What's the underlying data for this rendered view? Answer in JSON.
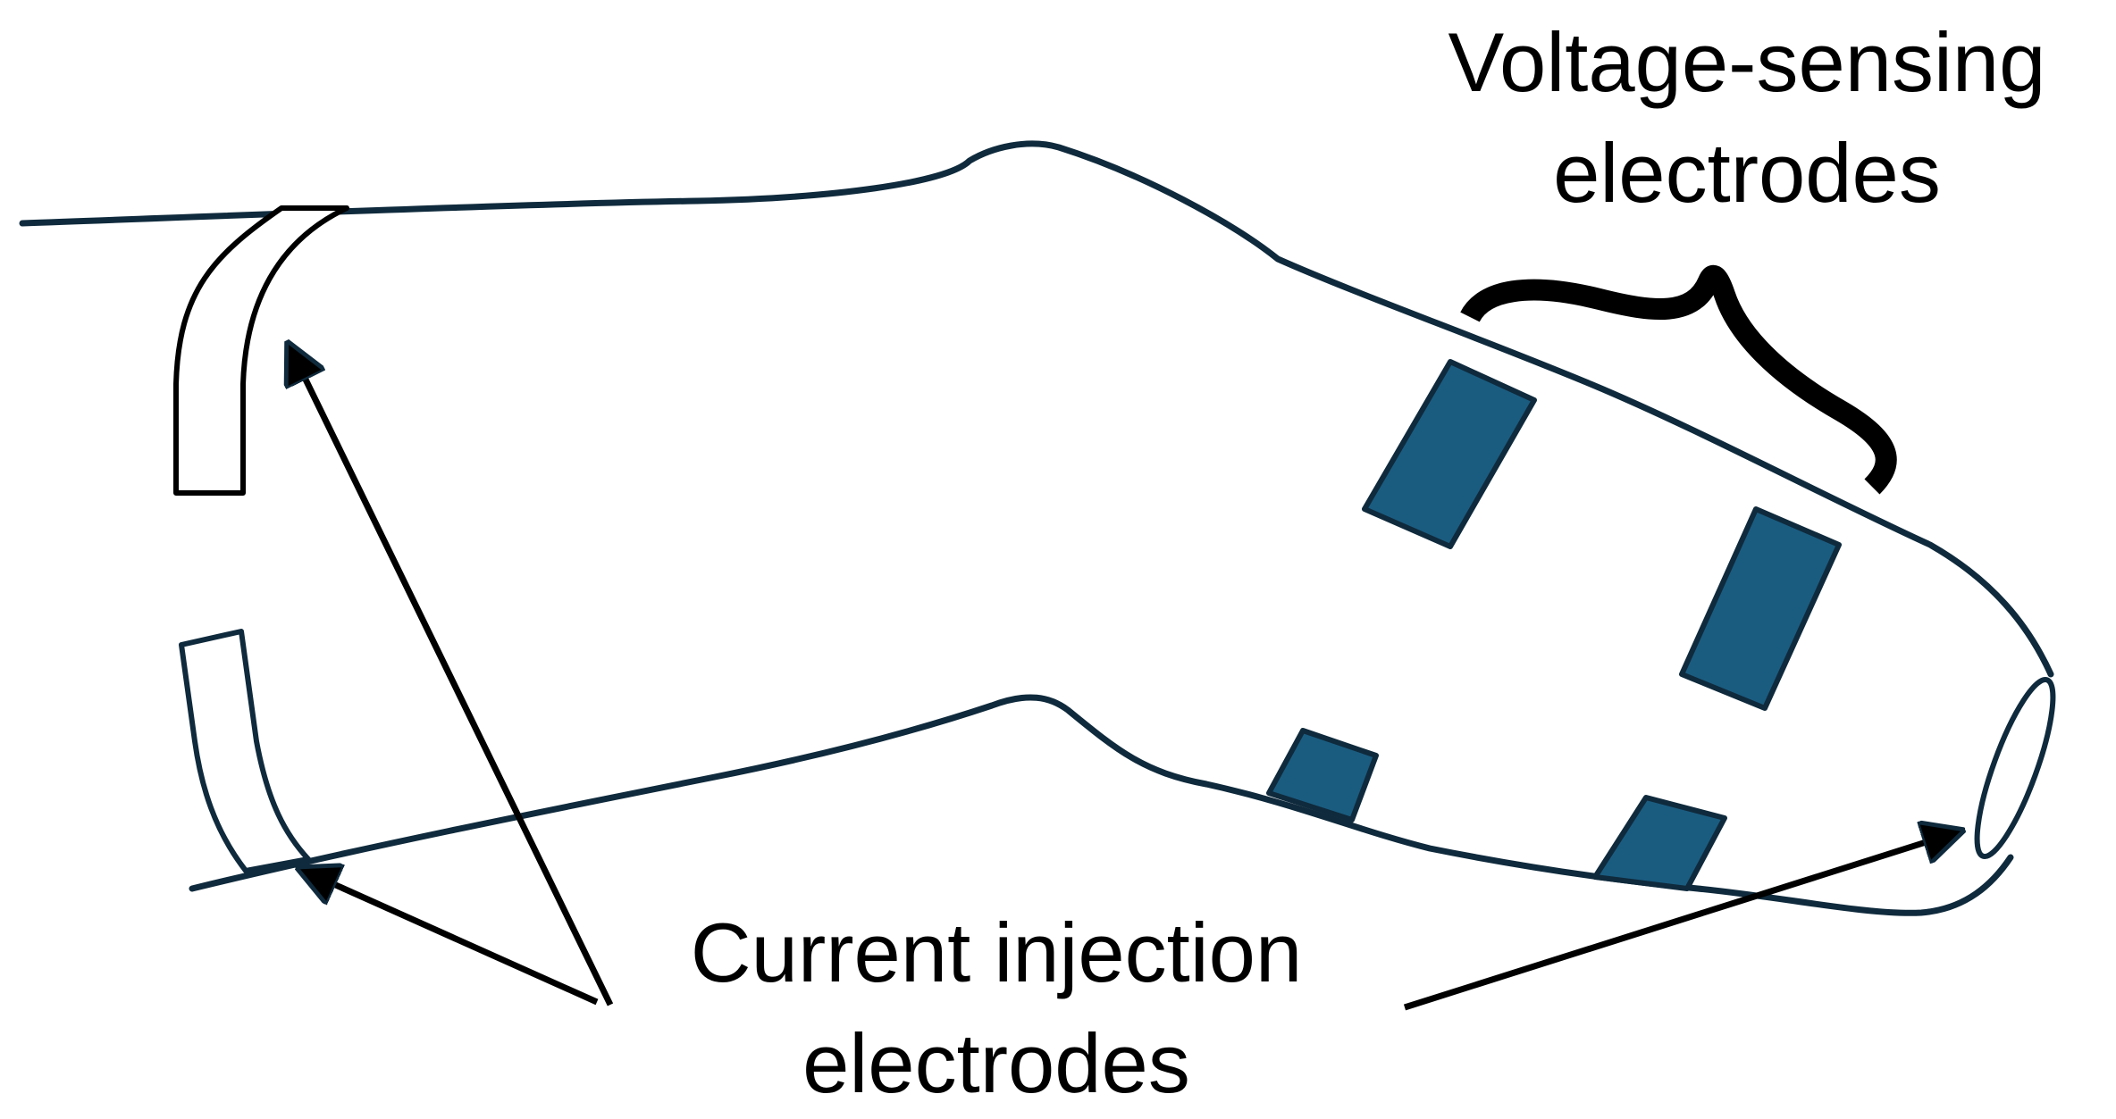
{
  "labels": {
    "voltage_sensing": {
      "line1": "Voltage-sensing",
      "line2": "electrodes"
    },
    "current_injection": {
      "line1": "Current injection",
      "line2": "electrodes"
    }
  },
  "colors": {
    "outline": "#0f2a3c",
    "electrode_fill": "#1a5c80",
    "electrode_stroke": "#0f2a3c",
    "ring_stroke": "#000000",
    "arrow": "#000000",
    "background": "#ffffff"
  },
  "counts": {
    "voltage_sensing_electrodes": 4,
    "current_injection_electrodes": 3
  }
}
